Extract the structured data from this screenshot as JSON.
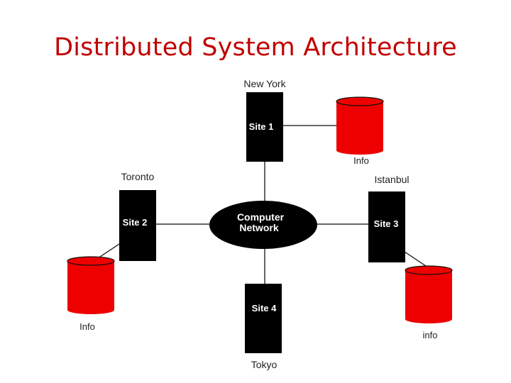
{
  "title": "Distributed System Architecture",
  "network": {
    "line1": "Computer",
    "line2": "Network"
  },
  "sites": [
    {
      "label": "Site 1",
      "city": "New York"
    },
    {
      "label": "Site 2",
      "city": "Toronto"
    },
    {
      "label": "Site 3",
      "city": "Istanbul"
    },
    {
      "label": "Site 4",
      "city": "Tokyo"
    }
  ],
  "databases": [
    {
      "label": "Info"
    },
    {
      "label": "Info"
    },
    {
      "label": "info"
    }
  ],
  "colors": {
    "title": "#c00000",
    "database": "#ee0000",
    "site": "#000000",
    "connector": "#333333"
  }
}
